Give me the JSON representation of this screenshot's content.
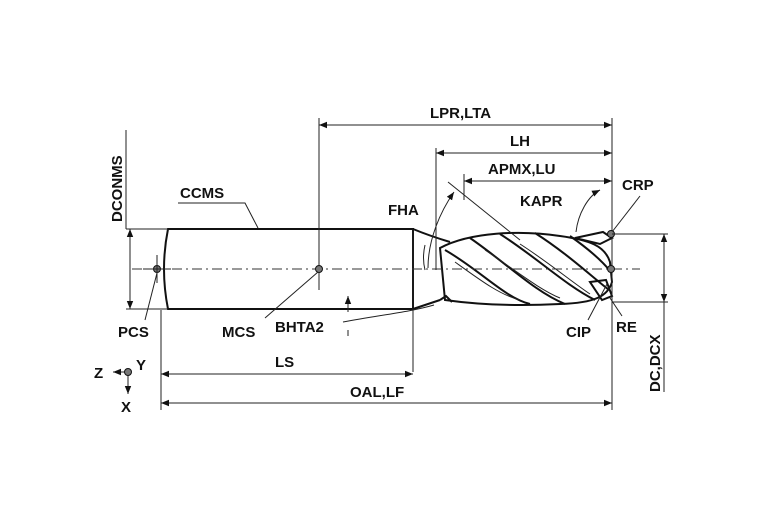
{
  "labels": {
    "dconms": "DCONMS",
    "ccms": "CCMS",
    "lpr_lta": "LPR,LTA",
    "lh": "LH",
    "apmx_lu": "APMX,LU",
    "kapr": "KAPR",
    "crp": "CRP",
    "fha": "FHA",
    "pcs": "PCS",
    "mcs": "MCS",
    "bhta2": "BHTA2",
    "cip": "CIP",
    "re": "RE",
    "dc_dcx": "DC,DCX",
    "ls": "LS",
    "oal_lf": "OAL,LF",
    "axis_z": "Z",
    "axis_y": "Y",
    "axis_x": "X"
  }
}
